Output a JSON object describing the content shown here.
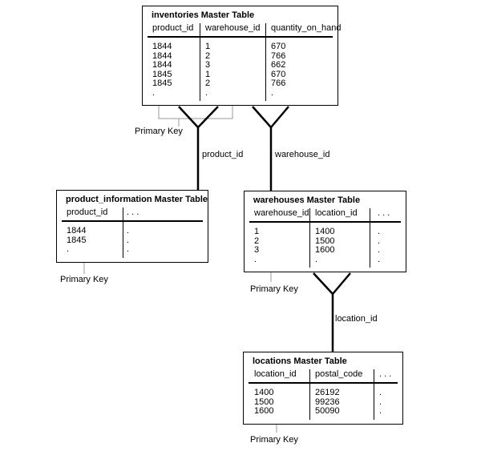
{
  "tables": {
    "inventories": {
      "title": "inventories Master Table",
      "columns": [
        "product_id",
        "warehouse_id",
        "quantity_on_hand"
      ],
      "rows": [
        [
          "1844",
          "1",
          "670"
        ],
        [
          "1844",
          "2",
          "766"
        ],
        [
          "1844",
          "3",
          "662"
        ],
        [
          "1845",
          "1",
          "670"
        ],
        [
          "1845",
          "2",
          "766"
        ],
        [
          ".",
          ".",
          "."
        ]
      ]
    },
    "product_information": {
      "title": "product_information Master Table",
      "columns": [
        "product_id",
        ". . ."
      ],
      "rows": [
        [
          "1844",
          "."
        ],
        [
          "1845",
          "."
        ],
        [
          ".",
          "."
        ]
      ]
    },
    "warehouses": {
      "title": "warehouses Master Table",
      "columns": [
        "warehouse_id",
        "location_id",
        ". . ."
      ],
      "rows": [
        [
          "1",
          "1400",
          "."
        ],
        [
          "2",
          "1500",
          "."
        ],
        [
          "3",
          "1600",
          "."
        ],
        [
          ".",
          ".",
          "."
        ]
      ]
    },
    "locations": {
      "title": "locations Master Table",
      "columns": [
        "location_id",
        "postal_code",
        ". . ."
      ],
      "rows": [
        [
          "1400",
          "26192",
          "."
        ],
        [
          "1500",
          "99236",
          "."
        ],
        [
          "1600",
          "50090",
          "."
        ]
      ]
    }
  },
  "labels": {
    "inventories_pk": "Primary Key",
    "product_fk": "product_id",
    "warehouse_fk": "warehouse_id",
    "location_fk": "location_id",
    "product_information_pk": "Primary Key",
    "warehouses_pk": "Primary Key",
    "locations_pk": "Primary Key"
  },
  "colors": {
    "line": "#000000",
    "leader": "#999999",
    "background": "#ffffff",
    "text": "#000000"
  }
}
